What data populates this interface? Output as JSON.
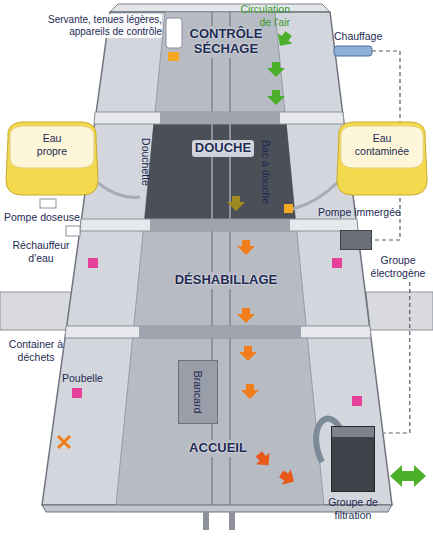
{
  "diagram": {
    "nodes": [
      {
        "text": [
          "CONTRÔLE SÉCHAGE"
        ]
      },
      {
        "text": [
          "DOUCHE"
        ]
      },
      {
        "text": [
          "DÉSHABILLAGE"
        ]
      },
      {
        "text": [
          "ACCUEIL"
        ]
      },
      {
        "text": [
          "Brancard"
        ],
        "in": 3
      },
      {
        "text": [
          "Eau propre"
        ]
      },
      {
        "text": [
          "Eau contaminée"
        ]
      },
      {
        "text": [
          "Groupe électrogène"
        ]
      },
      {
        "text": [
          "Groupe de filtration"
        ]
      }
    ],
    "edges": [
      {
        "from": 7,
        "to": 8,
        "arrow": "none"
      }
    ],
    "labels": [
      "Circulation de l'air",
      "Servante, tenues légères, appareils de contrôle",
      "Chauffage",
      "Douchette",
      "Bac à douche",
      "Pompe doseuse",
      "Réchauffeur d'eau",
      "Pompe immergée",
      "Container à déchets",
      "Poubelle"
    ]
  }
}
